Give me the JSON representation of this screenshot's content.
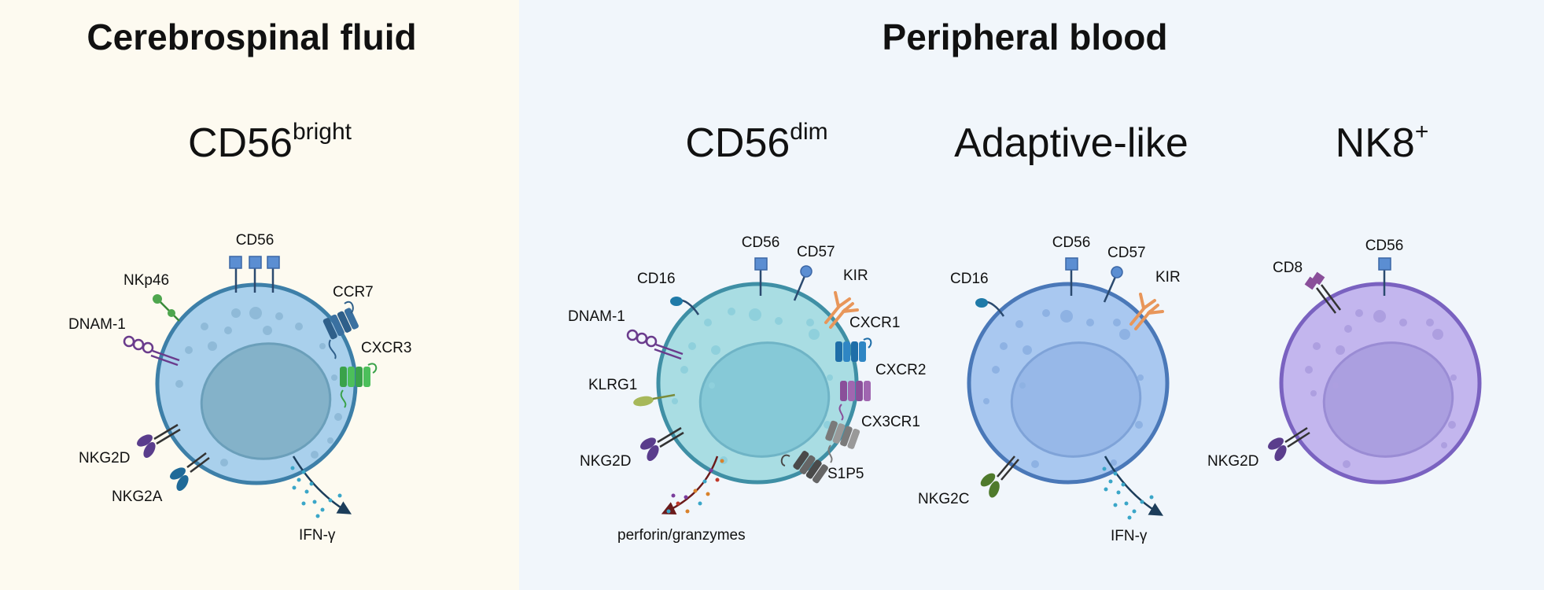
{
  "sections": {
    "left": "Cerebrospinal fluid",
    "right": "Peripheral blood"
  },
  "cells": {
    "bright": {
      "title": "CD56",
      "sup": "bright",
      "color": "#a9d0ec",
      "nucleus": "#84b2c9"
    },
    "dim": {
      "title": "CD56",
      "sup": "dim",
      "color": "#a9dde3",
      "nucleus": "#86c9d7"
    },
    "adaptive": {
      "title": "Adaptive-like",
      "sup": "",
      "color": "#a9c8f0",
      "nucleus": "#97b8e8"
    },
    "nk8": {
      "title": "NK8",
      "sup": "+",
      "color": "#c3b6ee",
      "nucleus": "#ab9fe0"
    }
  },
  "labels": {
    "bright": {
      "cd56": "CD56",
      "nkp46": "NKp46",
      "dnam1": "DNAM-1",
      "ccr7": "CCR7",
      "cxcr3": "CXCR3",
      "nkg2d": "NKG2D",
      "nkg2a": "NKG2A",
      "ifng": "IFN-γ"
    },
    "dim": {
      "cd56": "CD56",
      "cd57": "CD57",
      "kir": "KIR",
      "cd16": "CD16",
      "dnam1": "DNAM-1",
      "klrg1": "KLRG1",
      "nkg2d": "NKG2D",
      "cxcr1": "CXCR1",
      "cxcr2": "CXCR2",
      "cx3cr1": "CX3CR1",
      "s1p5": "S1P5",
      "perforin": "perforin/granzymes"
    },
    "adaptive": {
      "cd56": "CD56",
      "cd57": "CD57",
      "kir": "KIR",
      "cd16": "CD16",
      "nkg2c": "NKG2C",
      "ifng": "IFN-γ"
    },
    "nk8": {
      "cd8": "CD8",
      "cd56": "CD56",
      "nkg2d": "NKG2D"
    }
  }
}
